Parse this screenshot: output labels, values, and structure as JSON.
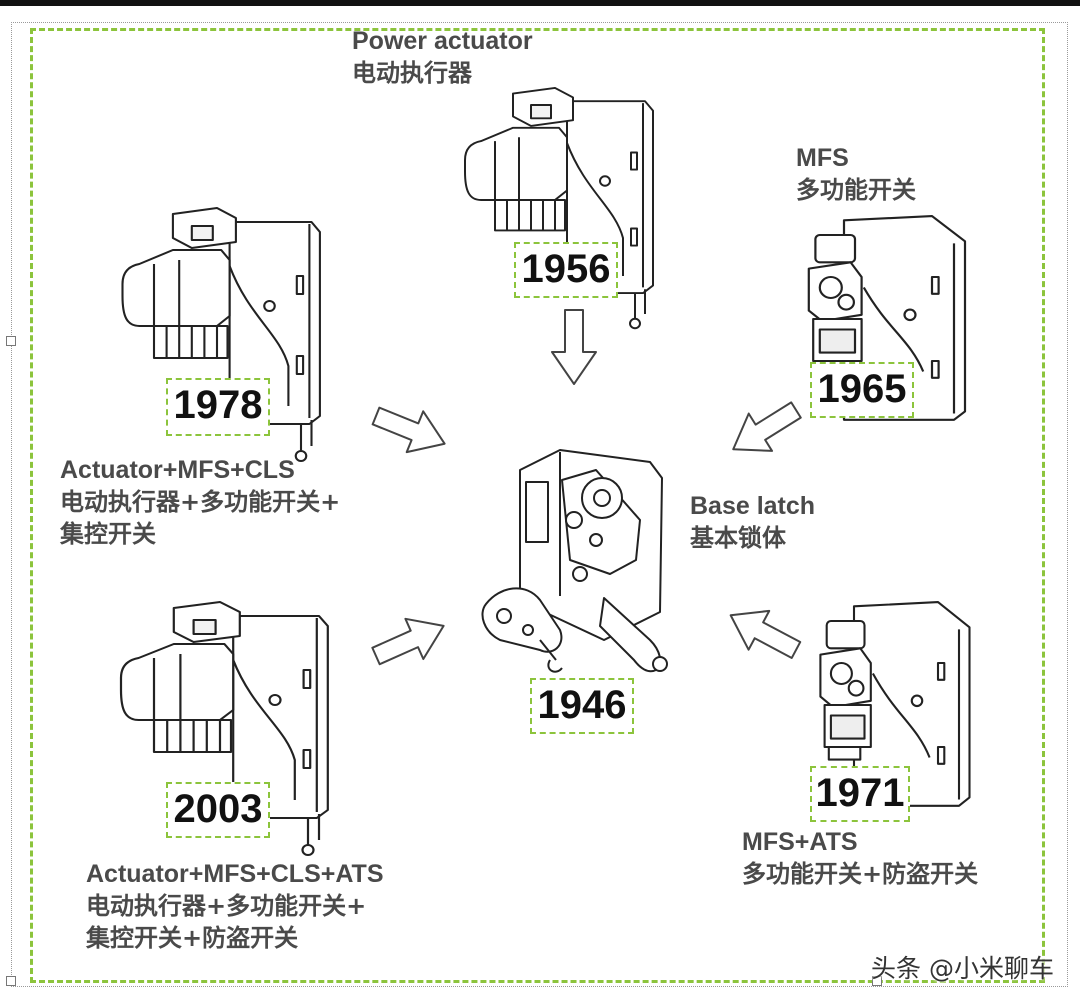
{
  "nodes": {
    "power_actuator": {
      "en": "Power actuator",
      "cn": "电动执行器",
      "year": "1956"
    },
    "mfs": {
      "en": "MFS",
      "cn": "多功能开关",
      "year": "1965"
    },
    "actuator_mfs_cls": {
      "en": "Actuator+MFS+CLS",
      "cn_line1": "电动执行器+多功能开关+",
      "cn_line2": "集控开关",
      "year": "1978"
    },
    "base_latch": {
      "en": "Base latch",
      "cn": "基本锁体",
      "year": "1946"
    },
    "actuator_mfs_cls_ats": {
      "en": "Actuator+MFS+CLS+ATS",
      "cn_line1": "电动执行器+多功能开关+",
      "cn_line2": "集控开关+防盗开关",
      "year": "2003"
    },
    "mfs_ats": {
      "en": "MFS+ATS",
      "cn": "多功能开关+防盗开关",
      "year": "1971"
    }
  },
  "watermark": "头条 @小米聊车",
  "colors": {
    "frame": "#8cc43c",
    "label_text": "#4a4a4a",
    "line_art": "#222222"
  }
}
